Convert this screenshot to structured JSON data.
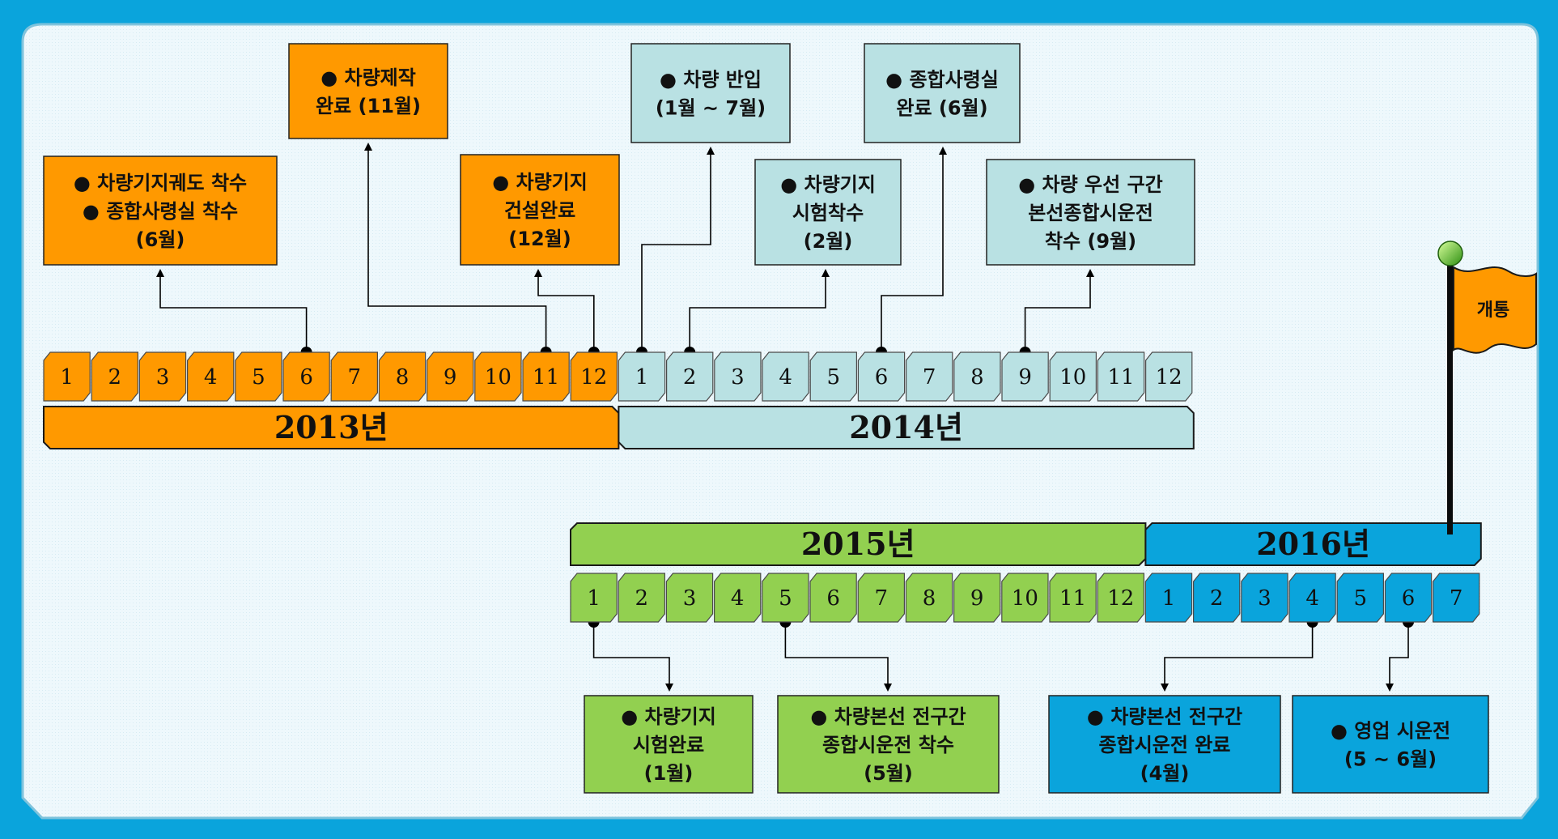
{
  "colors": {
    "y2013": "#ff9900",
    "y2014": "#b9e1e3",
    "y2015": "#92d050",
    "y2016": "#0aa4dc",
    "frame": "#0aa4dc",
    "panel": "#eaf6fb"
  },
  "flag": {
    "label": "개통"
  },
  "rows": [
    {
      "years": [
        {
          "label": "2013년",
          "months": [
            "1",
            "2",
            "3",
            "4",
            "5",
            "6",
            "7",
            "8",
            "9",
            "10",
            "11",
            "12"
          ]
        },
        {
          "label": "2014년",
          "months": [
            "1",
            "2",
            "3",
            "4",
            "5",
            "6",
            "7",
            "8",
            "9",
            "10",
            "11",
            "12"
          ]
        }
      ]
    },
    {
      "years": [
        {
          "label": "2015년",
          "months": [
            "1",
            "2",
            "3",
            "4",
            "5",
            "6",
            "7",
            "8",
            "9",
            "10",
            "11",
            "12"
          ]
        },
        {
          "label": "2016년",
          "months": [
            "1",
            "2",
            "3",
            "4",
            "5",
            "6",
            "7"
          ]
        }
      ]
    }
  ],
  "events": [
    {
      "lines": [
        "● 차량기지궤도 착수",
        "● 종합사령실 착수",
        "(6월)"
      ]
    },
    {
      "lines": [
        "● 차량제작",
        "완료 (11월)"
      ]
    },
    {
      "lines": [
        "● 차량기지",
        "건설완료",
        "(12월)"
      ]
    },
    {
      "lines": [
        "● 차량 반입",
        "(1월 ~ 7월)"
      ]
    },
    {
      "lines": [
        "● 차량기지",
        "시험착수",
        "(2월)"
      ]
    },
    {
      "lines": [
        "● 종합사령실",
        "완료 (6월)"
      ]
    },
    {
      "lines": [
        "● 차량 우선 구간",
        "본선종합시운전",
        "착수 (9월)"
      ]
    },
    {
      "lines": [
        "● 차량기지",
        "시험완료",
        "(1월)"
      ]
    },
    {
      "lines": [
        "● 차량본선 전구간",
        "종합시운전 착수",
        "(5월)"
      ]
    },
    {
      "lines": [
        "● 차량본선 전구간",
        "종합시운전 완료",
        "(4월)"
      ]
    },
    {
      "lines": [
        "● 영업 시운전",
        "(5 ~ 6월)"
      ]
    }
  ]
}
